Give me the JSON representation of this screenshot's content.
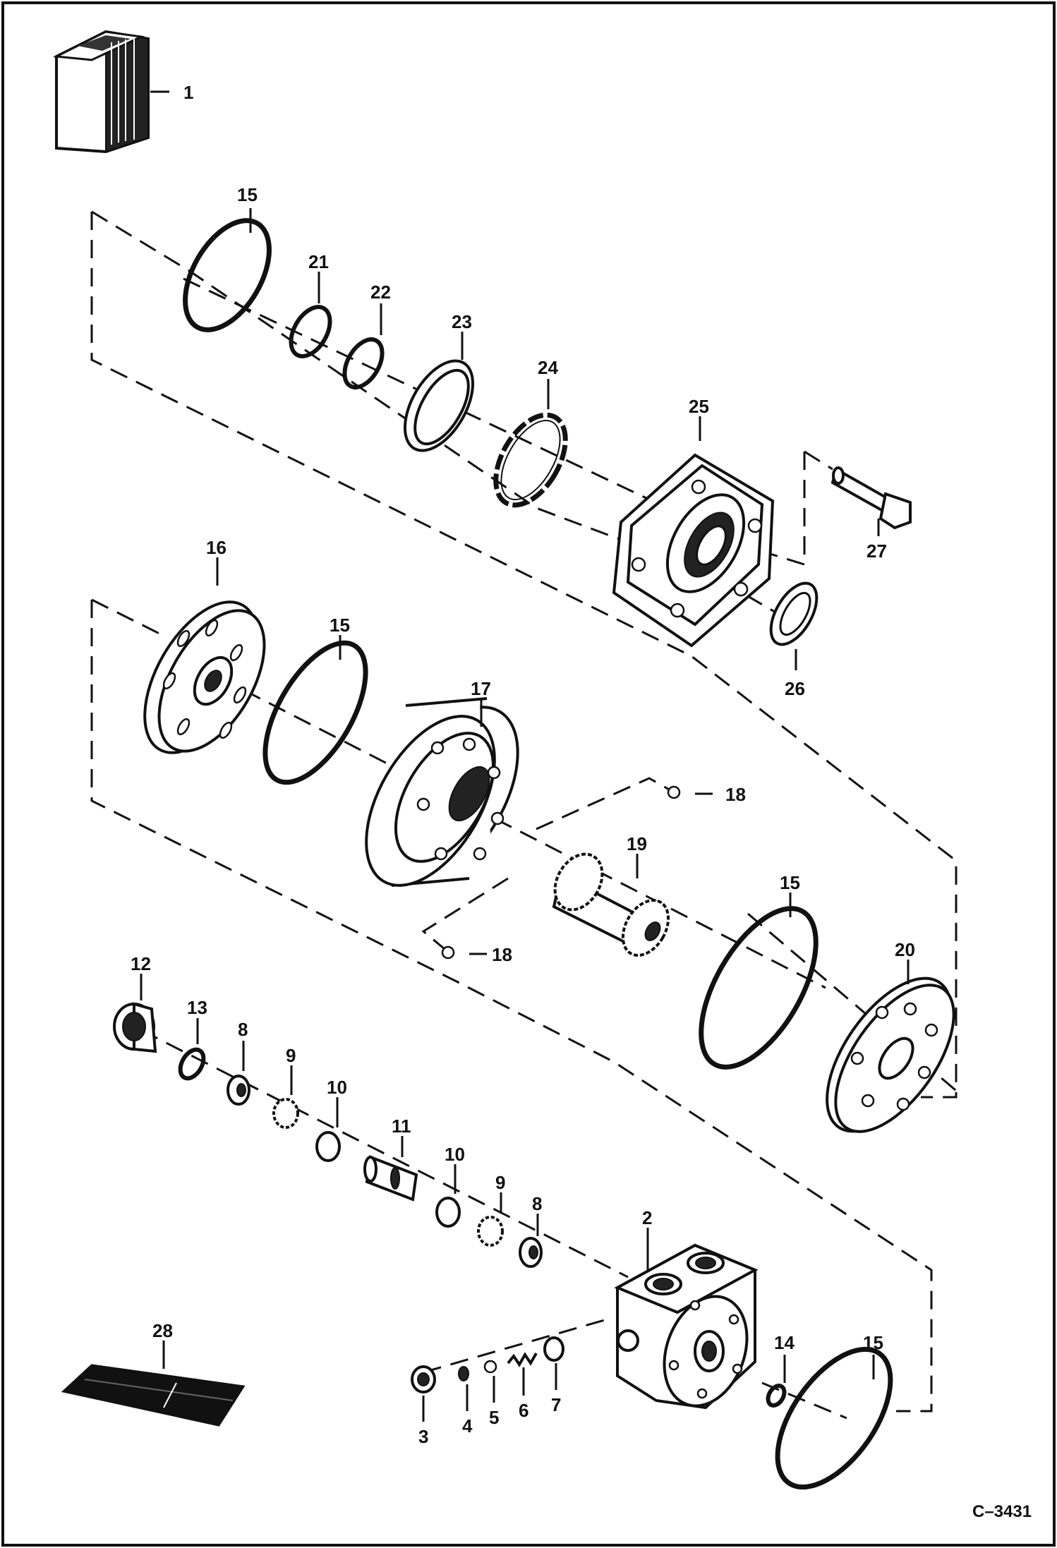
{
  "figure_id": "C–3431",
  "callouts": {
    "c1": "1",
    "c2": "2",
    "c3": "3",
    "c4": "4",
    "c5": "5",
    "c6": "6",
    "c7": "7",
    "c8a": "8",
    "c8b": "8",
    "c9a": "9",
    "c9b": "9",
    "c10a": "10",
    "c10b": "10",
    "c11": "11",
    "c12": "12",
    "c13": "13",
    "c14": "14",
    "c15a": "15",
    "c15b": "15",
    "c15c": "15",
    "c15d": "15",
    "c16": "16",
    "c17": "17",
    "c18a": "18",
    "c18b": "18",
    "c19": "19",
    "c20": "20",
    "c21": "21",
    "c22": "22",
    "c23": "23",
    "c24": "24",
    "c25": "25",
    "c26": "26",
    "c27": "27",
    "c28": "28"
  }
}
